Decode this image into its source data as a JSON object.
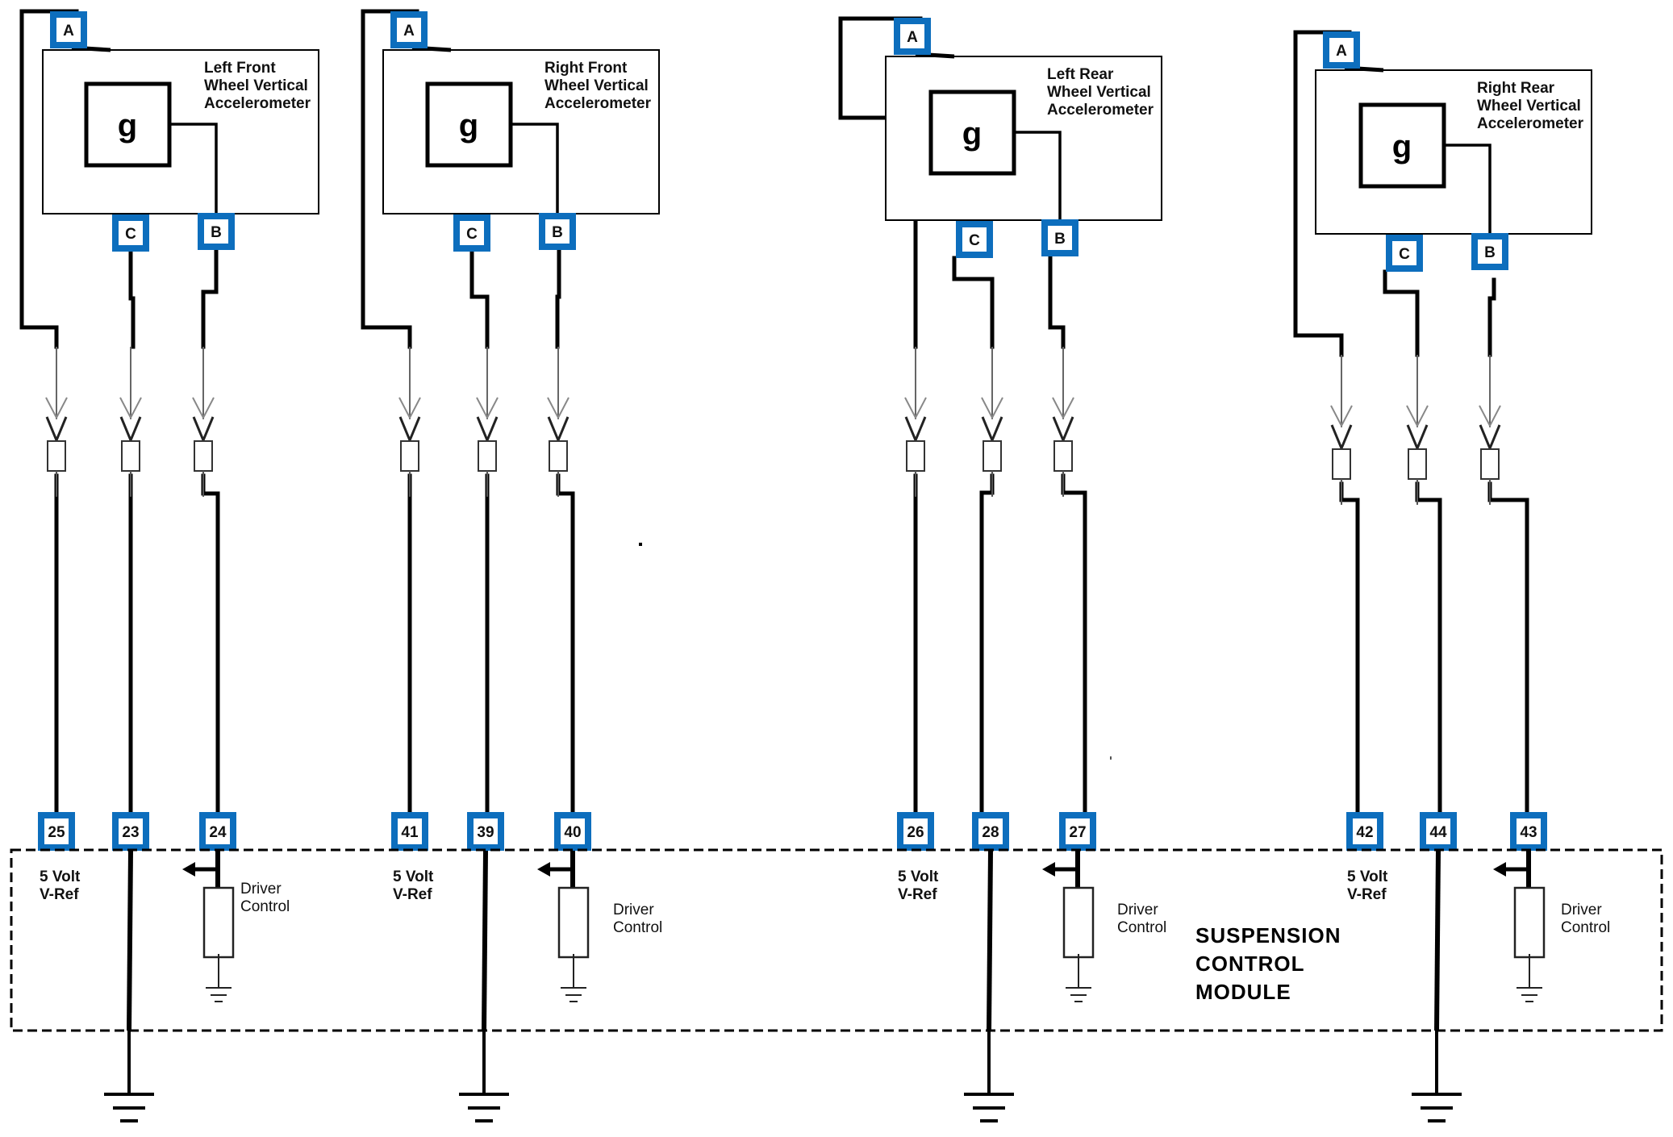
{
  "diagram": {
    "module": {
      "title_lines": [
        "SUSPENSION",
        "CONTROL",
        "MODULE"
      ]
    },
    "colors": {
      "pin_border": "#0d6ebd",
      "wire": "#000000",
      "connector": "#555555"
    },
    "sensors": [
      {
        "id": "left-front",
        "title_lines": [
          "Left Front",
          "Wheel Vertical",
          "Accelerometer"
        ],
        "element_label": "g",
        "terminals": [
          "A",
          "C",
          "B"
        ],
        "module_pins": {
          "vref": "25",
          "ground": "23",
          "signal": "24"
        }
      },
      {
        "id": "right-front",
        "title_lines": [
          "Right Front",
          "Wheel Vertical",
          "Accelerometer"
        ],
        "element_label": "g",
        "terminals": [
          "A",
          "C",
          "B"
        ],
        "module_pins": {
          "vref": "41",
          "ground": "39",
          "signal": "40"
        }
      },
      {
        "id": "left-rear",
        "title_lines": [
          "Left Rear",
          "Wheel Vertical",
          "Accelerometer"
        ],
        "element_label": "g",
        "terminals": [
          "A",
          "C",
          "B"
        ],
        "module_pins": {
          "vref": "26",
          "ground": "28",
          "signal": "27"
        }
      },
      {
        "id": "right-rear",
        "title_lines": [
          "Right Rear",
          "Wheel Vertical",
          "Accelerometer"
        ],
        "element_label": "g",
        "terminals": [
          "A",
          "C",
          "B"
        ],
        "module_pins": {
          "vref": "42",
          "ground": "44",
          "signal": "43"
        }
      }
    ],
    "labels": {
      "vref_lines": [
        "5 Volt",
        "V-Ref"
      ],
      "driver_lines": [
        "Driver",
        "Control"
      ]
    }
  }
}
